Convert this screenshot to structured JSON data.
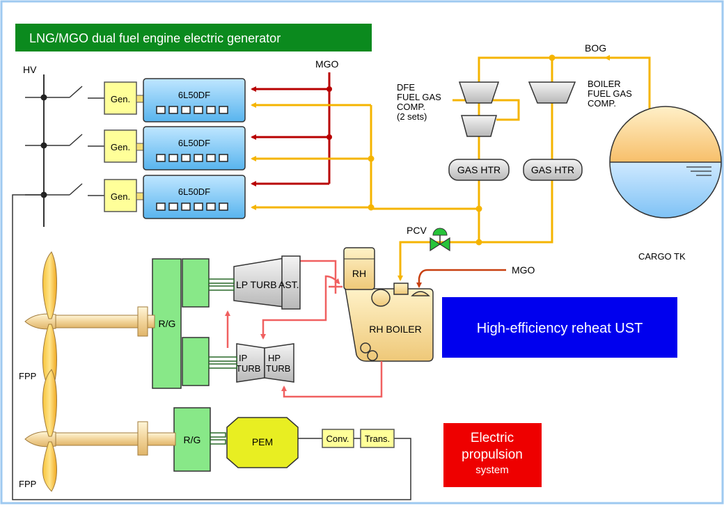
{
  "banners": {
    "dual_fuel": "LNG/MGO dual fuel engine electric generator",
    "reheat_ust": "High-efficiency reheat UST",
    "electric_propulsion_line1": "Electric",
    "electric_propulsion_line2": "propulsion",
    "electric_propulsion_line3": "system"
  },
  "labels": {
    "hv": "HV",
    "gen": "Gen.",
    "engine": "6L50DF",
    "mgo_top": "MGO",
    "mgo_boiler": "MGO",
    "bog": "BOG",
    "dfe_comp_1": "DFE",
    "dfe_comp_2": "FUEL GAS",
    "dfe_comp_3": "COMP.",
    "dfe_comp_4": "(2 sets)",
    "boiler_comp_1": "BOILER",
    "boiler_comp_2": "FUEL GAS",
    "boiler_comp_3": "COMP.",
    "gas_htr": "GAS HTR",
    "cargo_tk": "CARGO TK",
    "pcv": "PCV",
    "rh": "RH",
    "rh_boiler": "RH BOILER",
    "lp_turb": "LP TURB",
    "ast": "AST.",
    "ip_turb_1": "IP",
    "ip_turb_2": "TURB",
    "hp_turb_1": "HP",
    "hp_turb_2": "TURB",
    "rg": "R/G",
    "pem": "PEM",
    "conv": "Conv.",
    "trans": "Trans.",
    "fpp": "FPP"
  },
  "colors": {
    "banner_green": "#0b8a1e",
    "banner_blue": "#0000ee",
    "banner_red": "#ee0000",
    "gas_line": "#f5b400",
    "mgo_line": "#b80000",
    "steam_line": "#f06060",
    "gen_box": "#ffff99",
    "engine_box": "#5bb8f0",
    "gear_green": "#88e888",
    "pem_yellow": "#e8ee22",
    "boiler_tan": "#f5d888",
    "frame_border": "#9ec9f0"
  }
}
